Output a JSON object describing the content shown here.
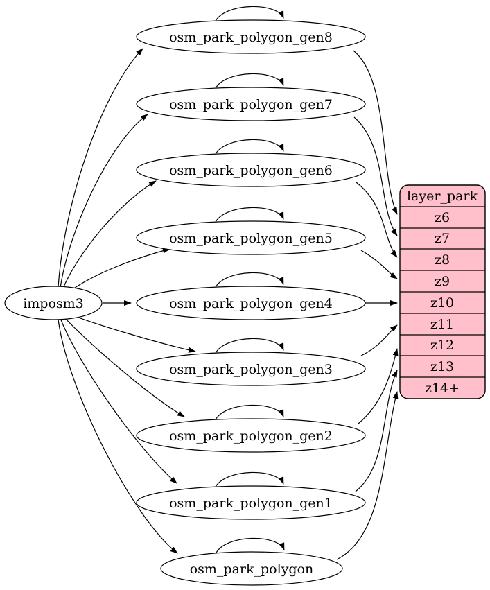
{
  "graph": {
    "background": "#ffffff",
    "source": {
      "label": "imposm3"
    },
    "tables": [
      {
        "label": "osm_park_polygon_gen8"
      },
      {
        "label": "osm_park_polygon_gen7"
      },
      {
        "label": "osm_park_polygon_gen6"
      },
      {
        "label": "osm_park_polygon_gen5"
      },
      {
        "label": "osm_park_polygon_gen4"
      },
      {
        "label": "osm_park_polygon_gen3"
      },
      {
        "label": "osm_park_polygon_gen2"
      },
      {
        "label": "osm_park_polygon_gen1"
      },
      {
        "label": "osm_park_polygon"
      }
    ],
    "layer": {
      "title": "layer_park",
      "zoom_rows": [
        "z6",
        "z7",
        "z8",
        "z9",
        "z10",
        "z11",
        "z12",
        "z13",
        "z14+"
      ],
      "fill": "#ffc0cb",
      "stroke": "#000000"
    },
    "edges": [
      {
        "from": "imposm3",
        "to": "osm_park_polygon_gen8"
      },
      {
        "from": "imposm3",
        "to": "osm_park_polygon_gen7"
      },
      {
        "from": "imposm3",
        "to": "osm_park_polygon_gen6"
      },
      {
        "from": "imposm3",
        "to": "osm_park_polygon_gen5"
      },
      {
        "from": "imposm3",
        "to": "osm_park_polygon_gen4"
      },
      {
        "from": "imposm3",
        "to": "osm_park_polygon_gen3"
      },
      {
        "from": "imposm3",
        "to": "osm_park_polygon_gen2"
      },
      {
        "from": "imposm3",
        "to": "osm_park_polygon_gen1"
      },
      {
        "from": "imposm3",
        "to": "osm_park_polygon"
      },
      {
        "from": "osm_park_polygon_gen8",
        "to": "osm_park_polygon_gen8",
        "type": "self-loop"
      },
      {
        "from": "osm_park_polygon_gen7",
        "to": "osm_park_polygon_gen7",
        "type": "self-loop"
      },
      {
        "from": "osm_park_polygon_gen6",
        "to": "osm_park_polygon_gen6",
        "type": "self-loop"
      },
      {
        "from": "osm_park_polygon_gen5",
        "to": "osm_park_polygon_gen5",
        "type": "self-loop"
      },
      {
        "from": "osm_park_polygon_gen4",
        "to": "osm_park_polygon_gen4",
        "type": "self-loop"
      },
      {
        "from": "osm_park_polygon_gen3",
        "to": "osm_park_polygon_gen3",
        "type": "self-loop"
      },
      {
        "from": "osm_park_polygon_gen2",
        "to": "osm_park_polygon_gen2",
        "type": "self-loop"
      },
      {
        "from": "osm_park_polygon_gen1",
        "to": "osm_park_polygon_gen1",
        "type": "self-loop"
      },
      {
        "from": "osm_park_polygon",
        "to": "osm_park_polygon",
        "type": "self-loop"
      },
      {
        "from": "osm_park_polygon_gen8",
        "to": "layer_park.z6"
      },
      {
        "from": "osm_park_polygon_gen7",
        "to": "layer_park.z7"
      },
      {
        "from": "osm_park_polygon_gen6",
        "to": "layer_park.z8"
      },
      {
        "from": "osm_park_polygon_gen5",
        "to": "layer_park.z9"
      },
      {
        "from": "osm_park_polygon_gen4",
        "to": "layer_park.z10"
      },
      {
        "from": "osm_park_polygon_gen3",
        "to": "layer_park.z11"
      },
      {
        "from": "osm_park_polygon_gen2",
        "to": "layer_park.z12"
      },
      {
        "from": "osm_park_polygon_gen1",
        "to": "layer_park.z13"
      },
      {
        "from": "osm_park_polygon",
        "to": "layer_park.z14+"
      }
    ]
  }
}
